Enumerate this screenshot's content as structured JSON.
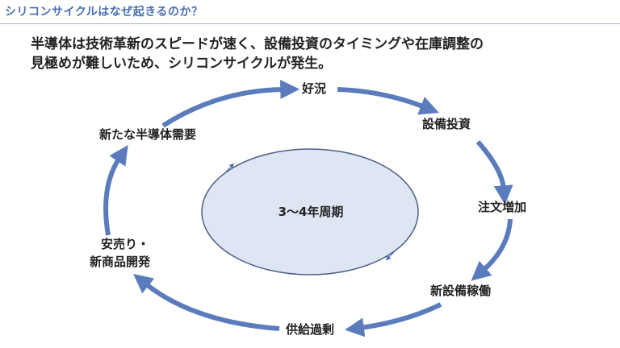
{
  "header": {
    "title": "シリコンサイクルはなぜ起きるのか？"
  },
  "lead": {
    "line1": "半導体は技術革新のスピードが速く、設備投資のタイミングや在庫調整の",
    "line2": "見極めが難しいため、シリコンサイクルが発生。"
  },
  "cycle": {
    "steps": [
      "好況",
      "設備投資",
      "注文増加",
      "新設備稼働",
      "供給過剰",
      "安売り・",
      "新商品開発",
      "新たな半導体需要"
    ],
    "center": "3～4年周期"
  },
  "colors": {
    "header": "#4a6fb0",
    "arrow": "#5b7cbc",
    "ellipse_fill": "#dfe6f3",
    "ellipse_stroke": "#4a5f88"
  }
}
